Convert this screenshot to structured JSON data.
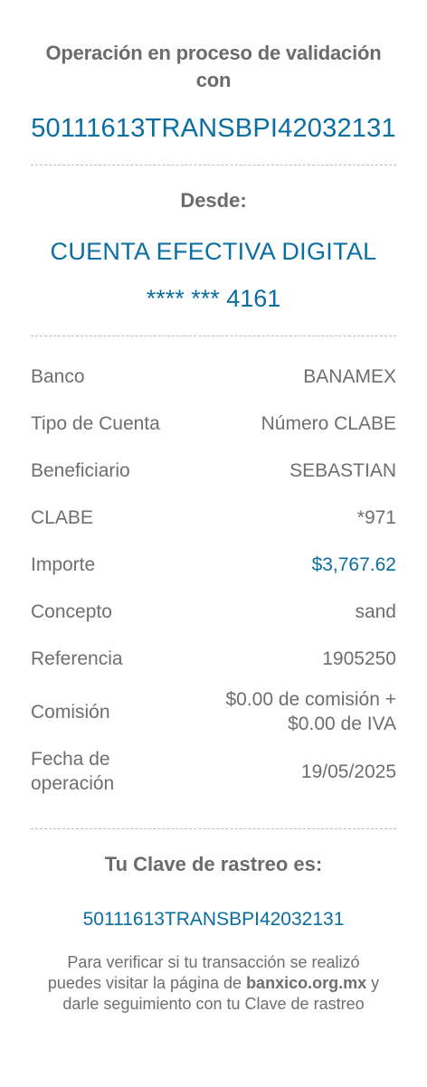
{
  "header": {
    "operation_label": "Operación en proceso de validación con",
    "operation_code": "50111613TRANSBPI42032131"
  },
  "source": {
    "label": "Desde:",
    "account_name": "CUENTA EFECTIVA DIGITAL",
    "account_mask": "**** *** 4161"
  },
  "details": [
    {
      "label": "Banco",
      "value": "BANAMEX"
    },
    {
      "label": "Tipo de Cuenta",
      "value": "Número CLABE"
    },
    {
      "label": "Beneficiario",
      "value": "SEBASTIAN"
    },
    {
      "label": "CLABE",
      "value": "*971"
    },
    {
      "label": "Importe",
      "value": "$3,767.62"
    },
    {
      "label": "Concepto",
      "value": "sand"
    },
    {
      "label": "Referencia",
      "value": "1905250"
    },
    {
      "label": "Comisión",
      "value": "$0.00 de comisión + $0.00 de IVA"
    },
    {
      "label": "Fecha de operación",
      "value": "19/05/2025"
    }
  ],
  "tracking": {
    "label": "Tu Clave de rastreo es:",
    "code": "50111613TRANSBPI42032131",
    "note_before": "Para verificar si tu transacción se realizó puedes visitar la página de",
    "note_site": "banxico.org.mx",
    "note_after": "y darle seguimiento con tu Clave de rastreo"
  },
  "colors": {
    "accent": "#0b6ea3",
    "text": "#6b6b6b"
  }
}
